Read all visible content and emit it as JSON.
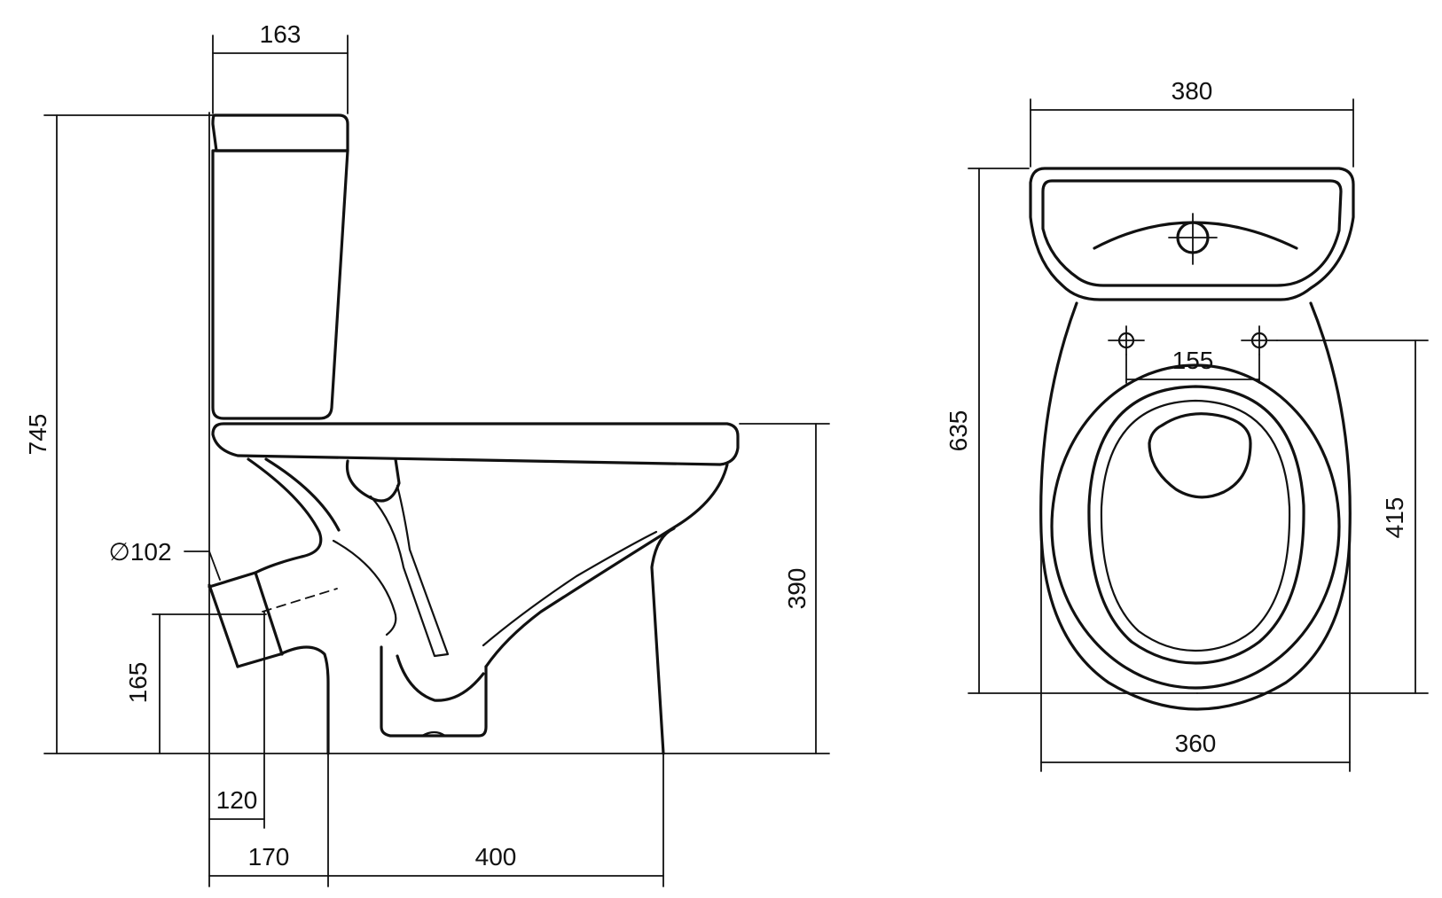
{
  "side_view": {
    "dim_tank_depth": "163",
    "dim_total_height": "745",
    "dim_seat_height": "390",
    "dim_outlet_diameter": "∅102",
    "dim_outlet_height": "165",
    "dim_outlet_offset": "120",
    "dim_wall_to_pedestal": "170",
    "dim_pedestal_length": "400"
  },
  "top_view": {
    "dim_tank_width": "380",
    "dim_total_depth": "635",
    "dim_bolt_spacing": "155",
    "dim_bolt_to_front": "415",
    "dim_bowl_width": "360"
  },
  "colors": {
    "line": "#111111",
    "background": "#ffffff"
  }
}
